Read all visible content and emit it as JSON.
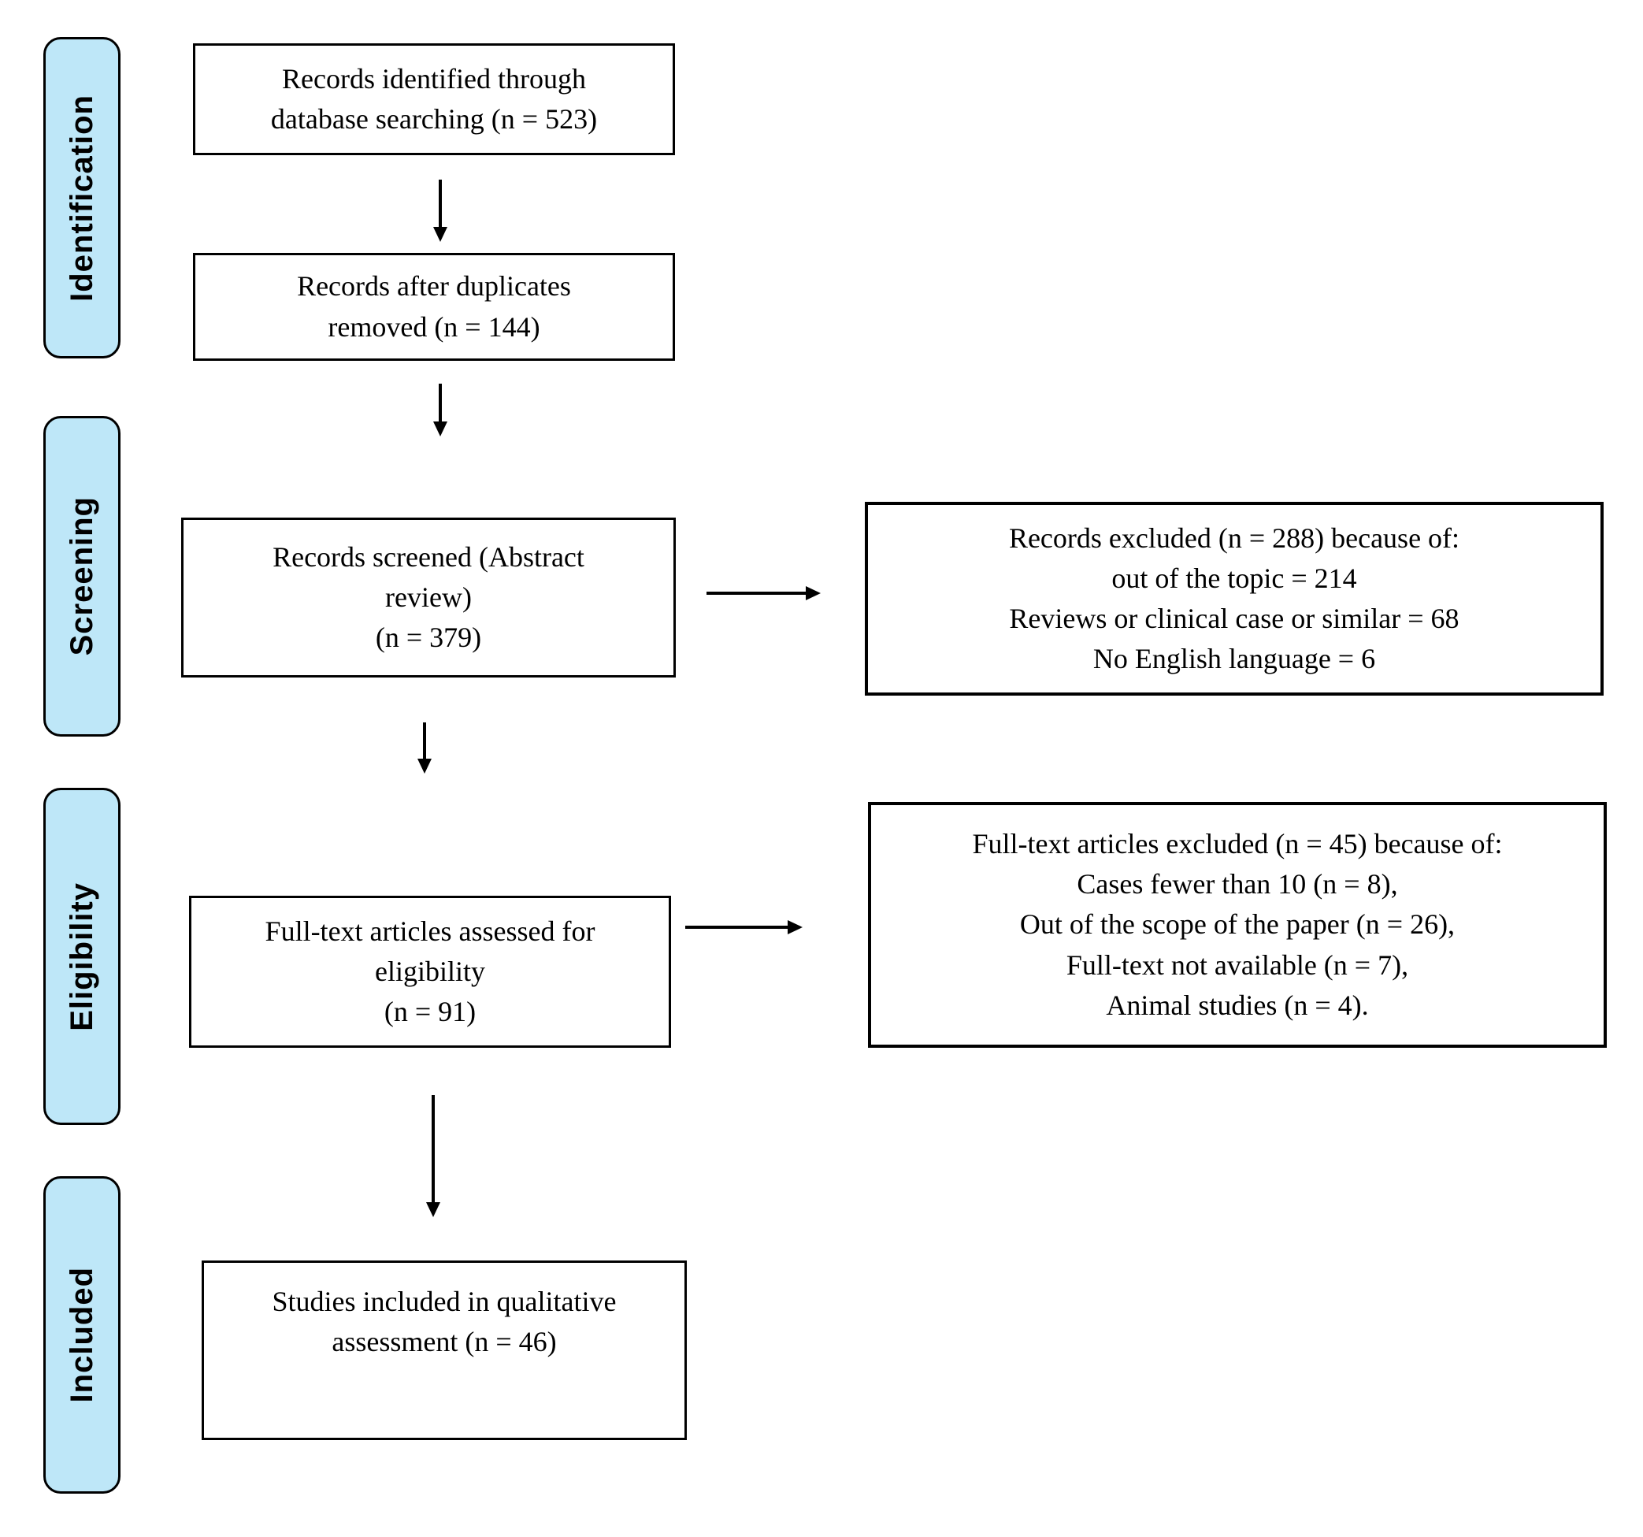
{
  "figure": {
    "type": "prisma-flow-diagram",
    "colors": {
      "background": "#ffffff",
      "stage_fill": "#bee7f8",
      "stage_border": "#000000",
      "box_border": "#000000",
      "arrow": "#000000",
      "text": "#000000"
    },
    "stages": [
      {
        "label": "Identification"
      },
      {
        "label": "Screening"
      },
      {
        "label": "Eligibility"
      },
      {
        "label": "Included"
      }
    ],
    "flow_boxes": [
      {
        "text": "Records identified through\ndatabase searching (n = 523)"
      },
      {
        "text": "Records after duplicates\nremoved (n = 144)"
      },
      {
        "text": "Records screened (Abstract\nreview)\n(n = 379)"
      },
      {
        "text": "Full-text articles assessed for\neligibility\n(n = 91)"
      },
      {
        "text": "Studies included in qualitative\nassessment (n = 46)"
      }
    ],
    "exclusion_boxes": [
      {
        "text": "Records excluded (n = 288) because of:\nout of the topic = 214\nReviews or clinical case or similar = 68\nNo English language = 6"
      },
      {
        "text": "Full-text articles excluded (n = 45) because of:\nCases fewer than 10 (n = 8),\nOut of the scope of the paper (n = 26),\nFull-text not available (n = 7),\nAnimal studies (n = 4)."
      }
    ]
  }
}
